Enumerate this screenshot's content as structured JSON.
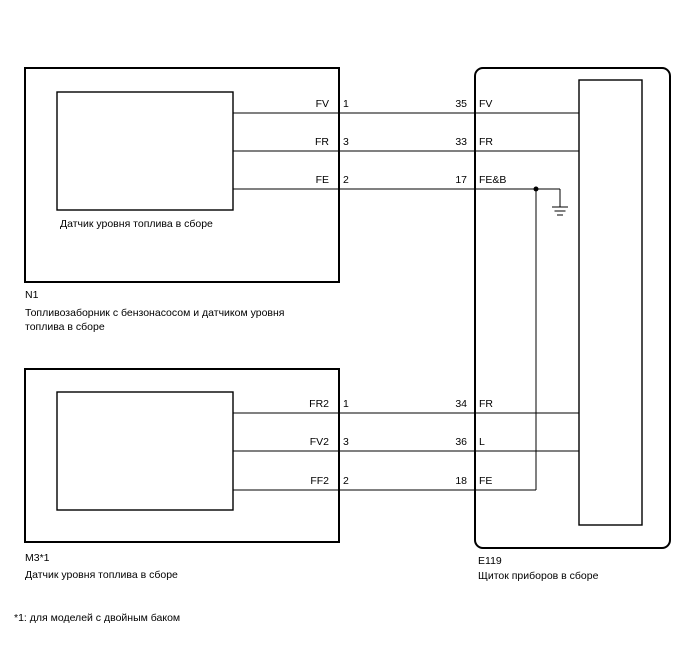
{
  "n1": {
    "id": "N1",
    "inner_label": "Датчик уровня топлива в сборе",
    "caption_line1": "Топливозаборник с бензонасосом и датчиком уровня",
    "caption_line2": "топлива в сборе",
    "pins": [
      {
        "name": "FV",
        "num": "1"
      },
      {
        "name": "FR",
        "num": "3"
      },
      {
        "name": "FE",
        "num": "2"
      }
    ]
  },
  "m3": {
    "id": "M3*1",
    "caption": "Датчик уровня топлива в сборе",
    "pins": [
      {
        "name": "FR2",
        "num": "1"
      },
      {
        "name": "FV2",
        "num": "3"
      },
      {
        "name": "FF2",
        "num": "2"
      }
    ]
  },
  "e119": {
    "id": "E119",
    "caption": "Щиток приборов в сборе",
    "pins": [
      {
        "num": "35",
        "name": "FV"
      },
      {
        "num": "33",
        "name": "FR"
      },
      {
        "num": "17",
        "name": "FE&B"
      },
      {
        "num": "34",
        "name": "FR"
      },
      {
        "num": "36",
        "name": "L"
      },
      {
        "num": "18",
        "name": "FE"
      }
    ]
  },
  "footnote": "*1: для моделей с двойным баком",
  "icons": [
    "ground-icon",
    "junction-dot"
  ]
}
